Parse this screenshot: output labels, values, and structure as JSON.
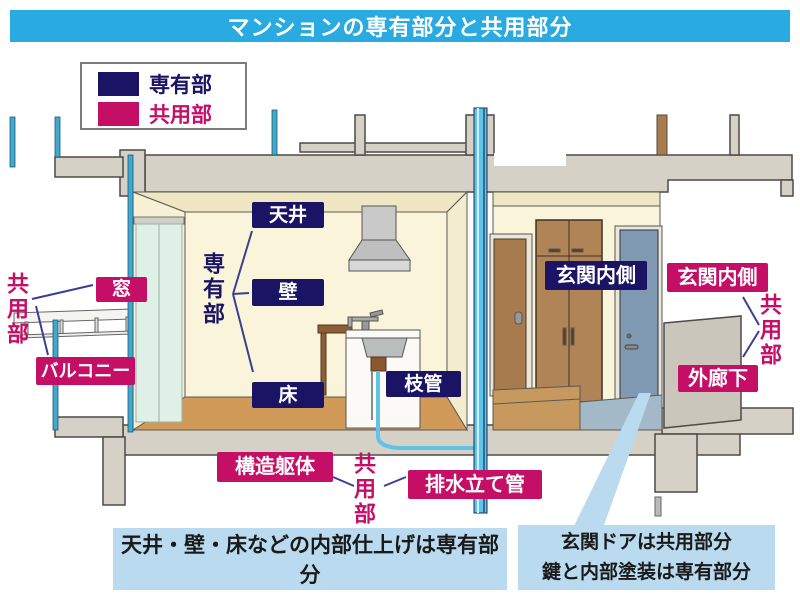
{
  "title_bar": {
    "text": "マンションの専有部分と共用部分"
  },
  "legend": {
    "exclusive": {
      "label": "専有部",
      "color": "#1B1464"
    },
    "common": {
      "label": "共用部",
      "color": "#C50F66"
    }
  },
  "labels": {
    "ceiling": "天井",
    "wall": "壁",
    "floor": "床",
    "branch_pipe": "枝管",
    "entrance_inside_private": "玄関内側",
    "window": "窓",
    "balcony": "バルコニー",
    "structure_frame": "構造躯体",
    "drain_riser": "排水立て管",
    "entrance_inside_common": "玄関内側",
    "outer_corridor": "外廊下",
    "exclusive_group": "専有部",
    "common_left": "共用部",
    "common_bottom": "共用部",
    "common_right": "共用部"
  },
  "notes": {
    "interior_finish": "天井・壁・床などの内部仕上げは専有部分",
    "entrance_door_line1": "玄関ドアは共用部分",
    "entrance_door_line2": "鍵と内部塗装は専有部分"
  },
  "colors": {
    "accent_blue": "#29ABE2",
    "navy": "#1B1464",
    "crimson": "#C50F66",
    "note_bg": "#B9DAEF",
    "concrete": "#D6D1C7",
    "room_wall": "#FAF4DA",
    "wood_floor": "#D29A58",
    "entrance_door": "#7E99B1",
    "closet_wood": "#B08457",
    "glass": "#DFF0E6",
    "pipe_blue": "#5FC4E9",
    "leader_line": "#3A3F94"
  }
}
